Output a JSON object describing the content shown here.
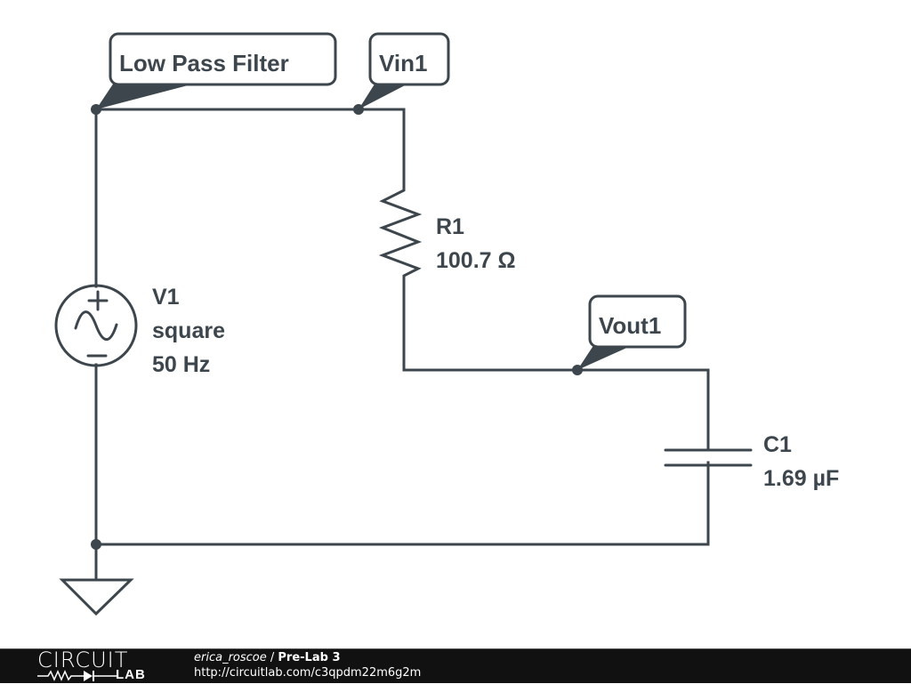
{
  "schematic": {
    "flags": [
      {
        "id": "low-pass-filter",
        "text": "Low Pass Filter"
      },
      {
        "id": "vin1",
        "text": "Vin1"
      },
      {
        "id": "vout1",
        "text": "Vout1"
      }
    ],
    "components": {
      "V1": {
        "name": "V1",
        "type_label": "square",
        "value": "50 Hz",
        "icon": "ac-voltage-source-icon"
      },
      "R1": {
        "name": "R1",
        "value": "100.7 Ω",
        "icon": "resistor-icon"
      },
      "C1": {
        "name": "C1",
        "value": "1.69 µF",
        "icon": "capacitor-icon"
      },
      "GND": {
        "icon": "ground-icon"
      }
    },
    "colors": {
      "ink": "#3d464c",
      "background": "#ffffff"
    }
  },
  "footer": {
    "logo_top": "CIRCUIT",
    "logo_bottom": "LAB",
    "author": "erica_roscoe",
    "separator": " / ",
    "title": "Pre-Lab 3",
    "url": "http://circuitlab.com/c3qpdm22m6g2m",
    "background": "#111111"
  }
}
